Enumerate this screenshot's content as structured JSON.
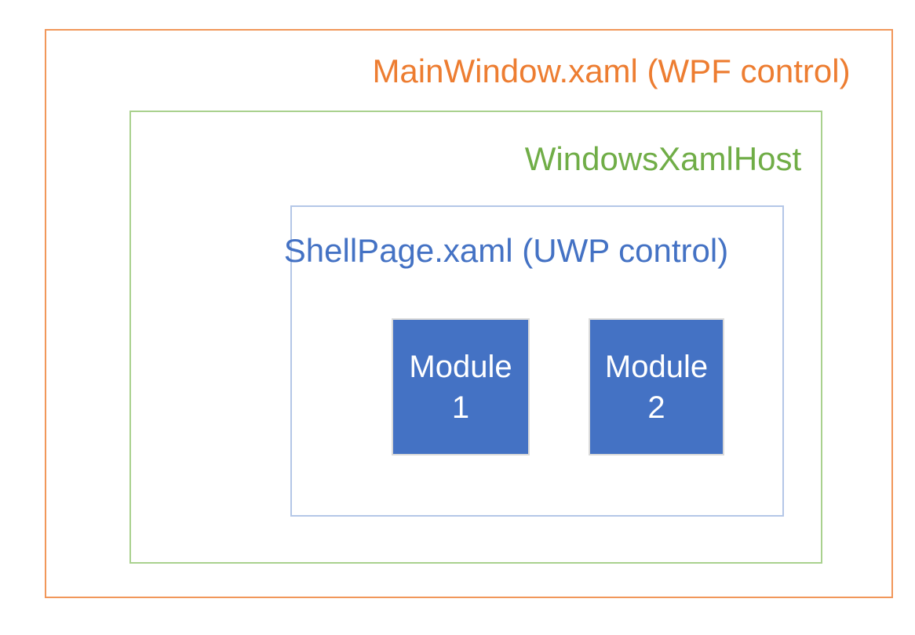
{
  "diagram": {
    "boxes": {
      "mainwindow": {
        "label": "MainWindow.xaml (WPF control)",
        "text_color": "#ED7D31",
        "border_color": "#F1975A"
      },
      "xaml_host": {
        "label": "WindowsXamlHost",
        "text_color": "#70AD47",
        "border_color": "#A9D18E"
      },
      "shell_page": {
        "label": "ShellPage.xaml (UWP control)",
        "text_color": "#4472C4",
        "border_color": "#B4C7E7"
      },
      "modules": [
        {
          "label": "Module 1",
          "fill_color": "#4472C4",
          "text_color": "#FFFFFF",
          "border_color": "#D9D9D9"
        },
        {
          "label": "Module 2",
          "fill_color": "#4472C4",
          "text_color": "#FFFFFF",
          "border_color": "#D9D9D9"
        }
      ]
    },
    "background_color": "#FFFFFF"
  }
}
